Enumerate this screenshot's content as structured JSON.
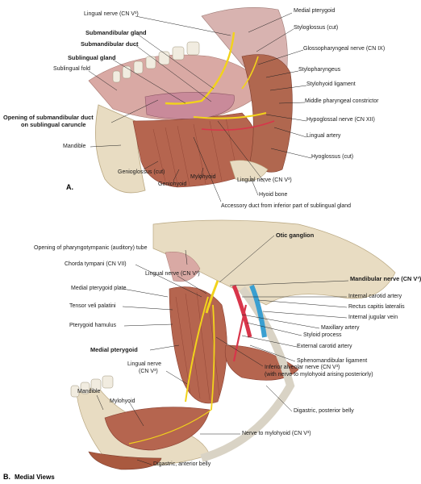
{
  "panel_a": {
    "letter": "A.",
    "labels": {
      "lingual_nerve_top": "Lingual nerve (CN V³)",
      "medial_pterygoid": "Medial pterygoid",
      "submandibular_gland": "Submandibular gland",
      "styloglossus": "Styloglossus (cut)",
      "submandibular_duct": "Submandibular duct",
      "glossopharyngeal": "Glossopharyngeal nerve (CN IX)",
      "sublingual_gland": "Sublingual gland",
      "stylopharyngeus": "Stylopharyngeus",
      "sublingual_fold": "Sublingual fold",
      "stylohyoid_ligament": "Stylohyoid ligament",
      "middle_constrictor": "Middle pharyngeal constrictor",
      "opening_duct_1": "Opening of submandibular duct",
      "opening_duct_2": "on sublingual caruncle",
      "hypoglossal": "Hypoglossal nerve (CN XII)",
      "lingual_artery": "Lingual artery",
      "mandible": "Mandible",
      "hyoglossus": "Hyoglossus (cut)",
      "lingual_nerve_bottom": "Lingual nerve (CN V³)",
      "genioglossus": "Genioglossus (cut)",
      "hyoid_bone": "Hyoid bone",
      "geniohyoid": "Geniohyoid",
      "mylohyoid": "Mylohyoid",
      "accessory_duct": "Accessory duct from inferior part of sublingual gland"
    }
  },
  "panel_b": {
    "letter": "B.",
    "caption": "Medial Views",
    "labels": {
      "otic_ganglion": "Otic ganglion",
      "pharyngotympanic": "Opening of pharyngotympanic (auditory) tube",
      "chorda_tympani": "Chorda tympani (CN VII)",
      "lingual_nerve_1": "Lingual nerve (CN V³)",
      "mandibular_nerve": "Mandibular nerve (CN V³)",
      "medial_pterygoid_plate": "Medial pterygoid plate",
      "internal_carotid": "Internal carotid artery",
      "tensor_veli": "Tensor veli palatini",
      "rectus_capitis": "Rectus capitis lateralis",
      "internal_jugular": "Internal jugular vein",
      "pterygoid_hamulus": "Pterygoid hamulus",
      "maxillary_artery": "Maxillary artery",
      "styloid_process": "Styloid process",
      "medial_pterygoid": "Medial pterygoid",
      "external_carotid": "External carotid artery",
      "sphenomandibular": "Sphenomandibular ligament",
      "lingual_nerve_2a": "Lingual nerve",
      "lingual_nerve_2b": "(CN V³)",
      "inferior_alveolar_1": "Inferior alveolar nerve (CN V³)",
      "inferior_alveolar_2": "(with nerve to mylohyoid arising posteriorly)",
      "mandible": "Mandible",
      "mylohyoid": "Mylohyoid",
      "digastric_posterior": "Digastric, posterior belly",
      "nerve_to_mylohyoid": "Nerve to mylohyoid (CN V³)",
      "digastric_anterior": "Digastric, anterior belly"
    }
  },
  "colors": {
    "muscle": "#b5654f",
    "muscle_dark": "#8a3f30",
    "gland": "#c98a9a",
    "bone": "#e8dcc2",
    "nerve": "#f2d31b",
    "artery": "#d8354a",
    "vein": "#3a9fd1",
    "mucosa": "#d9a9a4"
  }
}
